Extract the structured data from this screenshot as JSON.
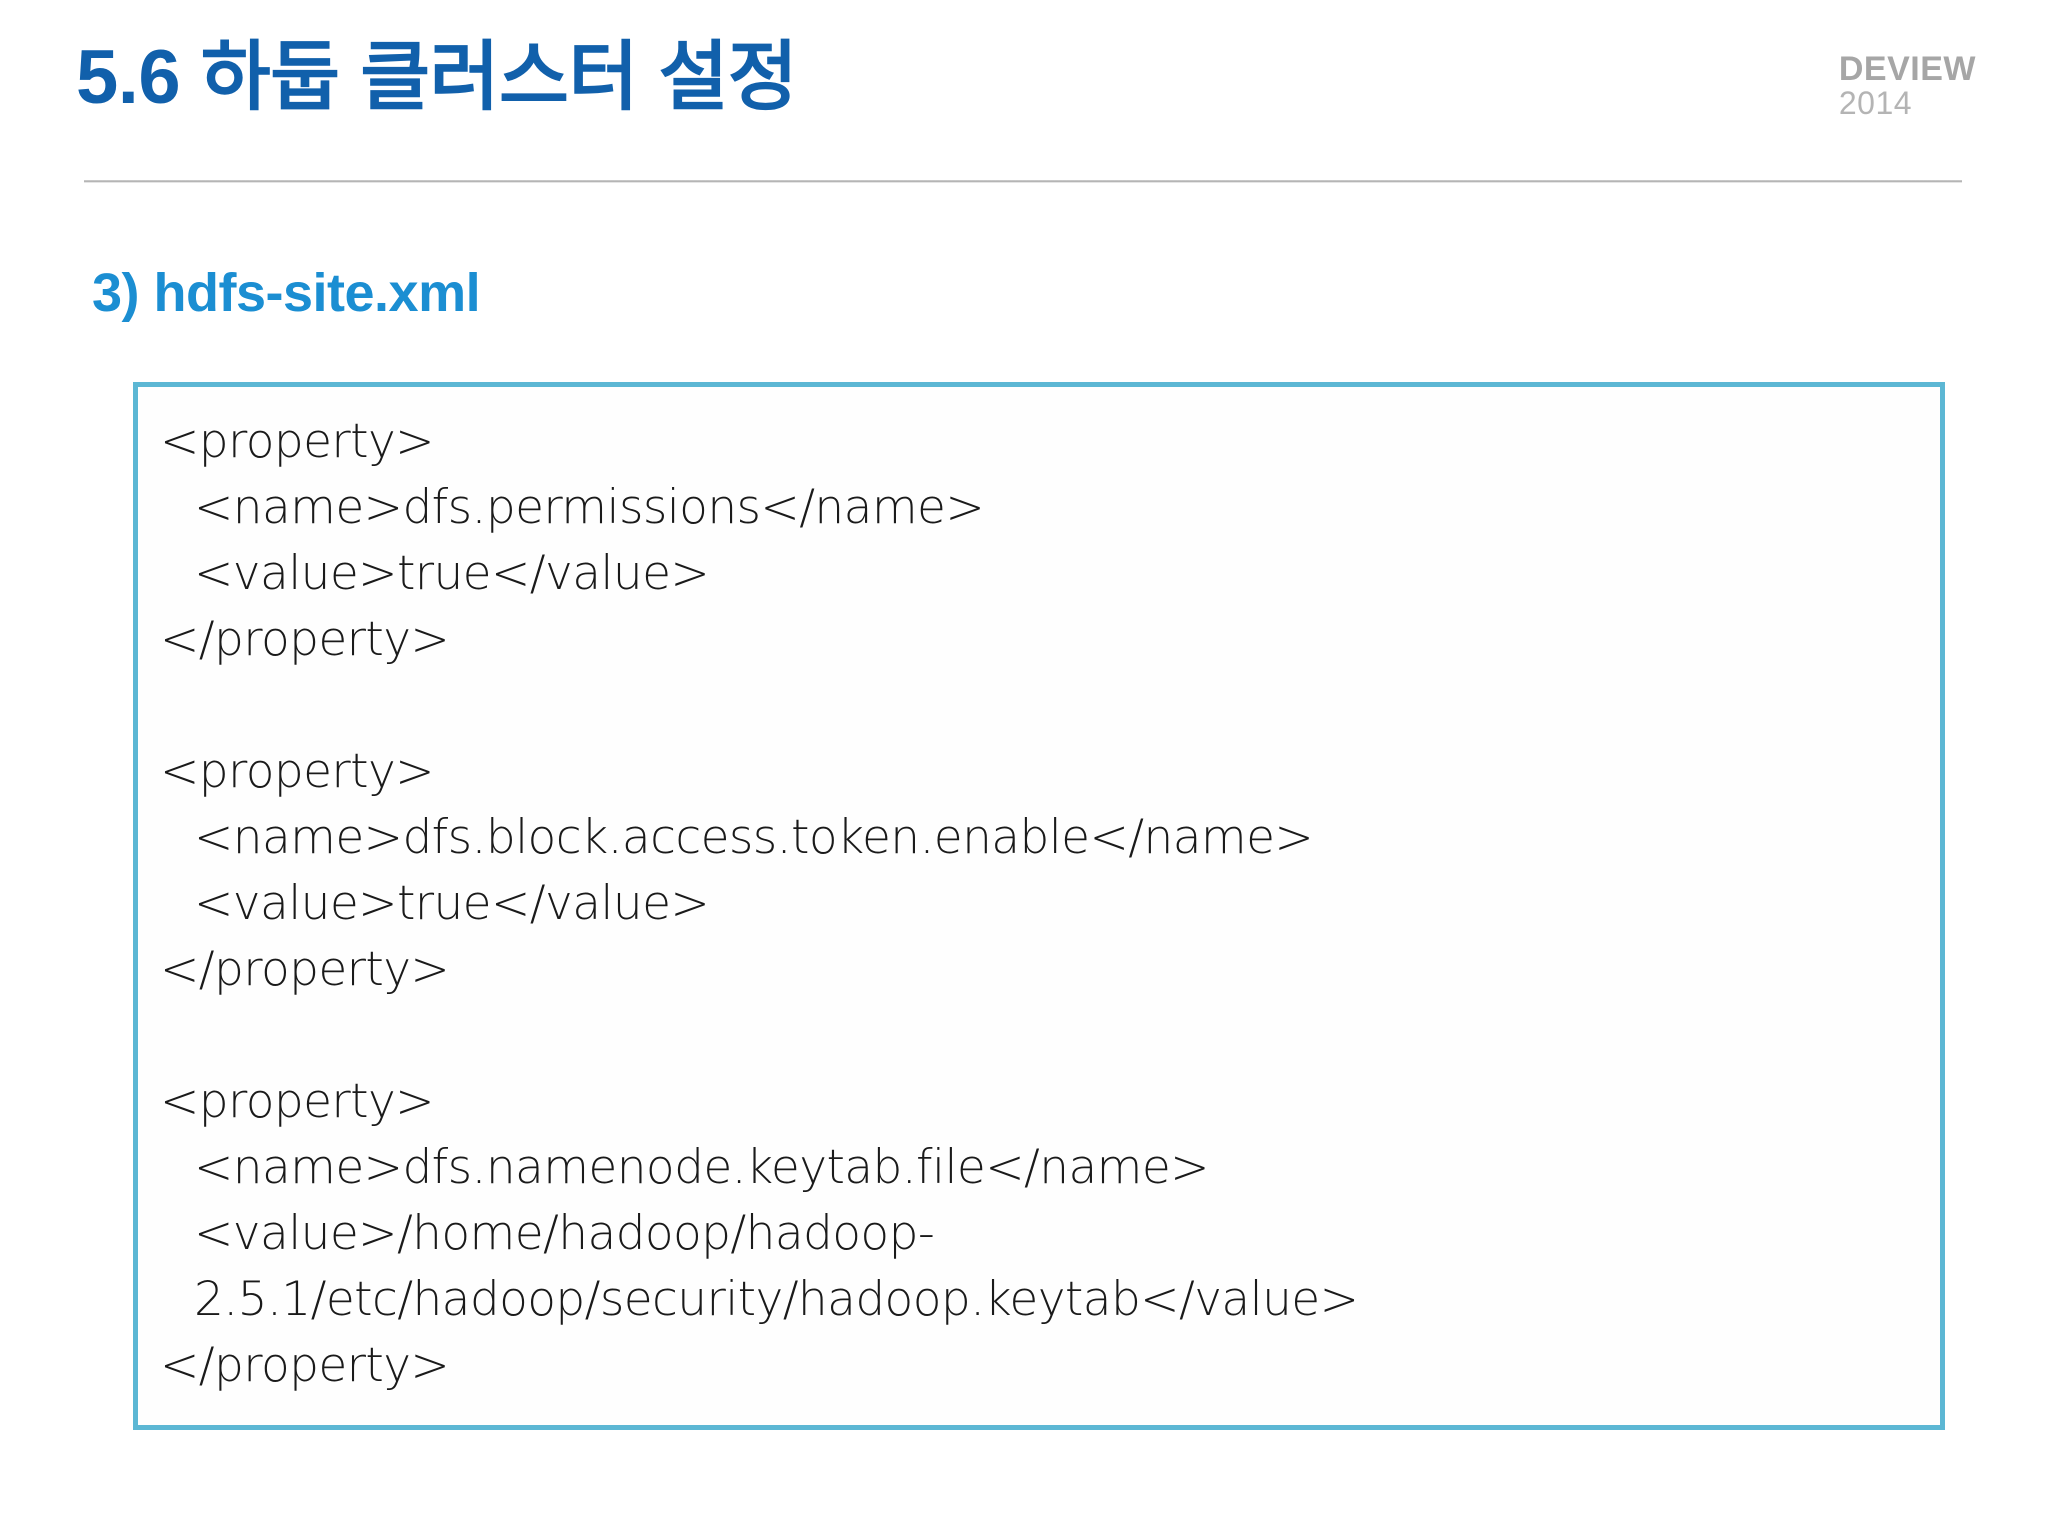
{
  "header": {
    "title": "5.6 하둡 클러스터 설정",
    "brand_name": "DEVIEW",
    "brand_year": "2014",
    "title_color": "#1160ab",
    "divider_color": "#a9a9a9"
  },
  "section": {
    "heading": "3) hdfs-site.xml",
    "heading_color": "#1b8ed2"
  },
  "code_box": {
    "border_color": "#5cb7d4",
    "background": "#fefefe",
    "language": "xml",
    "lines": [
      {
        "text": "<property>",
        "indent": false
      },
      {
        "text": "<name>dfs.permissions</name>",
        "indent": true
      },
      {
        "text": "<value>true</value>",
        "indent": true
      },
      {
        "text": "</property>",
        "indent": false
      },
      {
        "text": "",
        "indent": false
      },
      {
        "text": "<property>",
        "indent": false
      },
      {
        "text": "<name>dfs.block.access.token.enable</name>",
        "indent": true
      },
      {
        "text": "<value>true</value>",
        "indent": true
      },
      {
        "text": "</property>",
        "indent": false
      },
      {
        "text": "",
        "indent": false
      },
      {
        "text": "<property>",
        "indent": false
      },
      {
        "text": "<name>dfs.namenode.keytab.file</name>",
        "indent": true
      },
      {
        "text": "<value>/home/hadoop/hadoop-2.5.1/etc/hadoop/security/hadoop.keytab</value>",
        "indent": true
      },
      {
        "text": "</property>",
        "indent": false
      }
    ],
    "properties": [
      {
        "name": "dfs.permissions",
        "value": "true"
      },
      {
        "name": "dfs.block.access.token.enable",
        "value": "true"
      },
      {
        "name": "dfs.namenode.keytab.file",
        "value": "/home/hadoop/hadoop-2.5.1/etc/hadoop/security/hadoop.keytab"
      }
    ]
  }
}
